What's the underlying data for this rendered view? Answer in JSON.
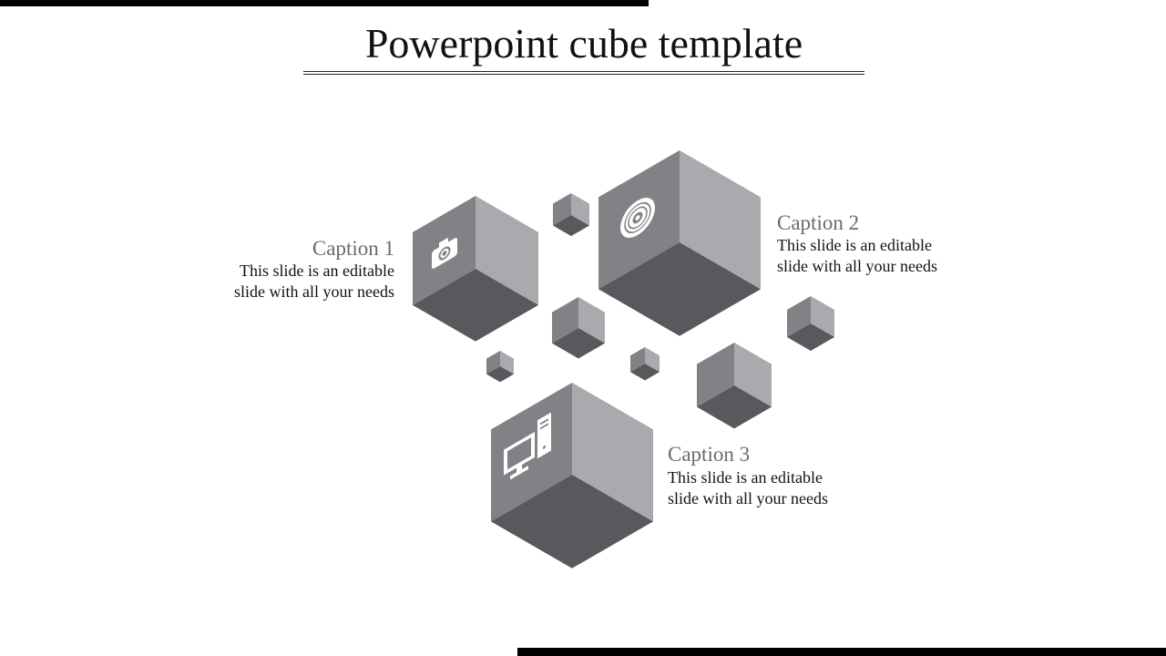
{
  "slide": {
    "title": "Powerpoint cube template"
  },
  "colors": {
    "face_left": "#818285",
    "face_right": "#a9aaad",
    "face_bottom": "#58595c",
    "icon": "#ffffff",
    "accent_bar": "#000000"
  },
  "captions": [
    {
      "title": "Caption 1",
      "line1": "This slide is an editable",
      "line2": "slide with all your needs",
      "icon": "camera-icon"
    },
    {
      "title": "Caption 2",
      "line1": "This slide is an editable",
      "line2": "slide with all your needs",
      "icon": "disc-icon"
    },
    {
      "title": "Caption 3",
      "line1": "This slide is an editable",
      "line2": "slide with all your needs",
      "icon": "computer-icon"
    }
  ]
}
